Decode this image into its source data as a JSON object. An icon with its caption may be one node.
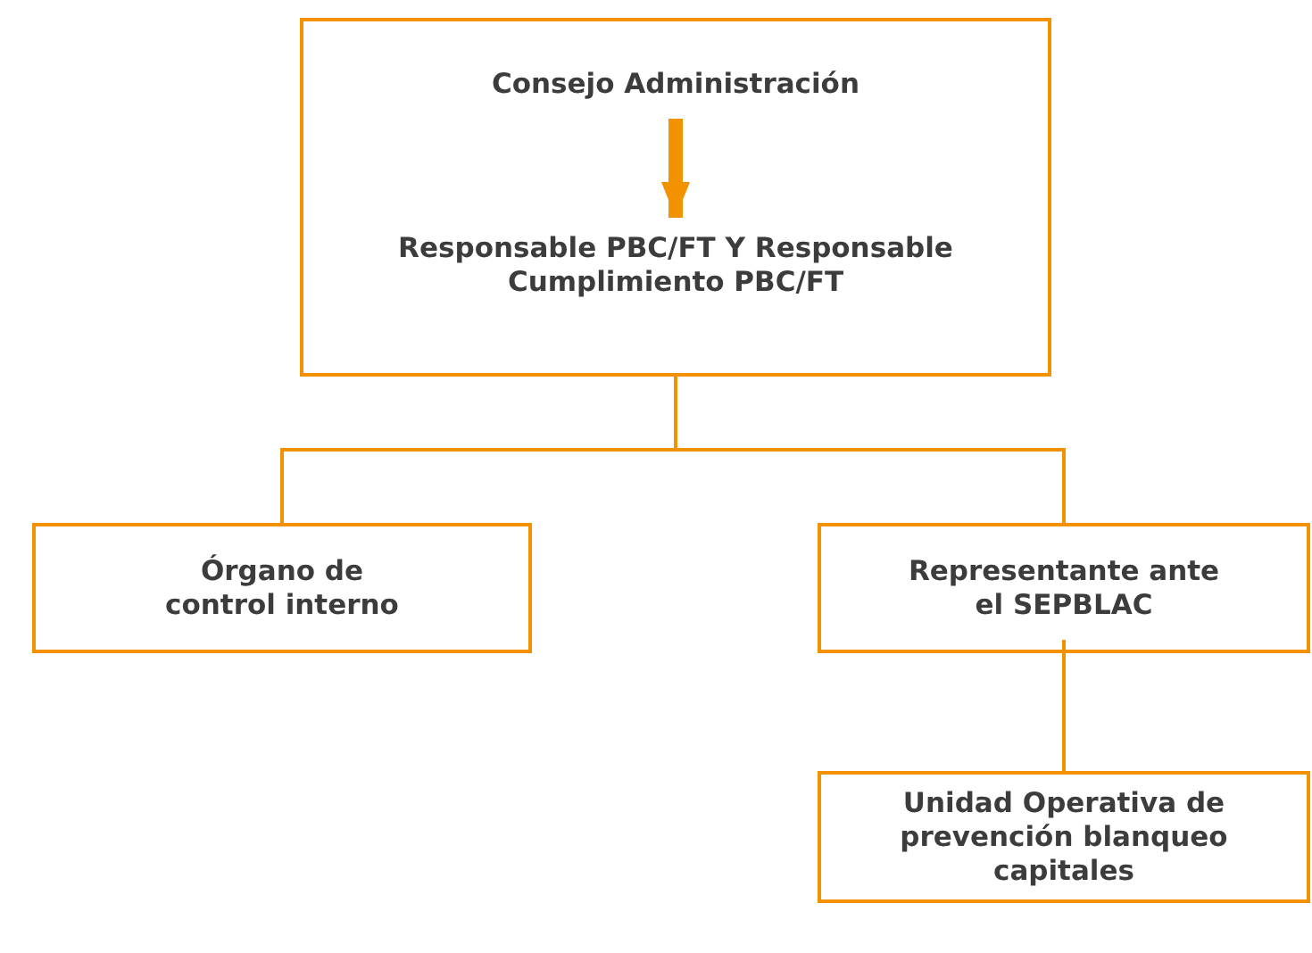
{
  "diagram": {
    "nodes": [
      {
        "text": [],
        "shape": "box"
      },
      {
        "text": [
          "Consejo Administración"
        ],
        "in": 0
      },
      {
        "text": [
          "Responsable PBC/FT Y Responsable Cumplimiento PBC/FT"
        ],
        "in": 0
      },
      {
        "text": [
          "Órgano de control interno"
        ]
      },
      {
        "text": [
          "Representante ante el SEPBLAC"
        ]
      },
      {
        "text": [
          "Unidad Operativa de prevención blanqueo capitales"
        ]
      }
    ],
    "edges": [
      {
        "from": 1,
        "to": 2,
        "arrow": "to",
        "style": "thick"
      },
      {
        "from": 0,
        "to": 3,
        "arrow": "none"
      },
      {
        "from": 0,
        "to": 4,
        "arrow": "none"
      },
      {
        "from": 4,
        "to": 5,
        "arrow": "none"
      }
    ]
  }
}
